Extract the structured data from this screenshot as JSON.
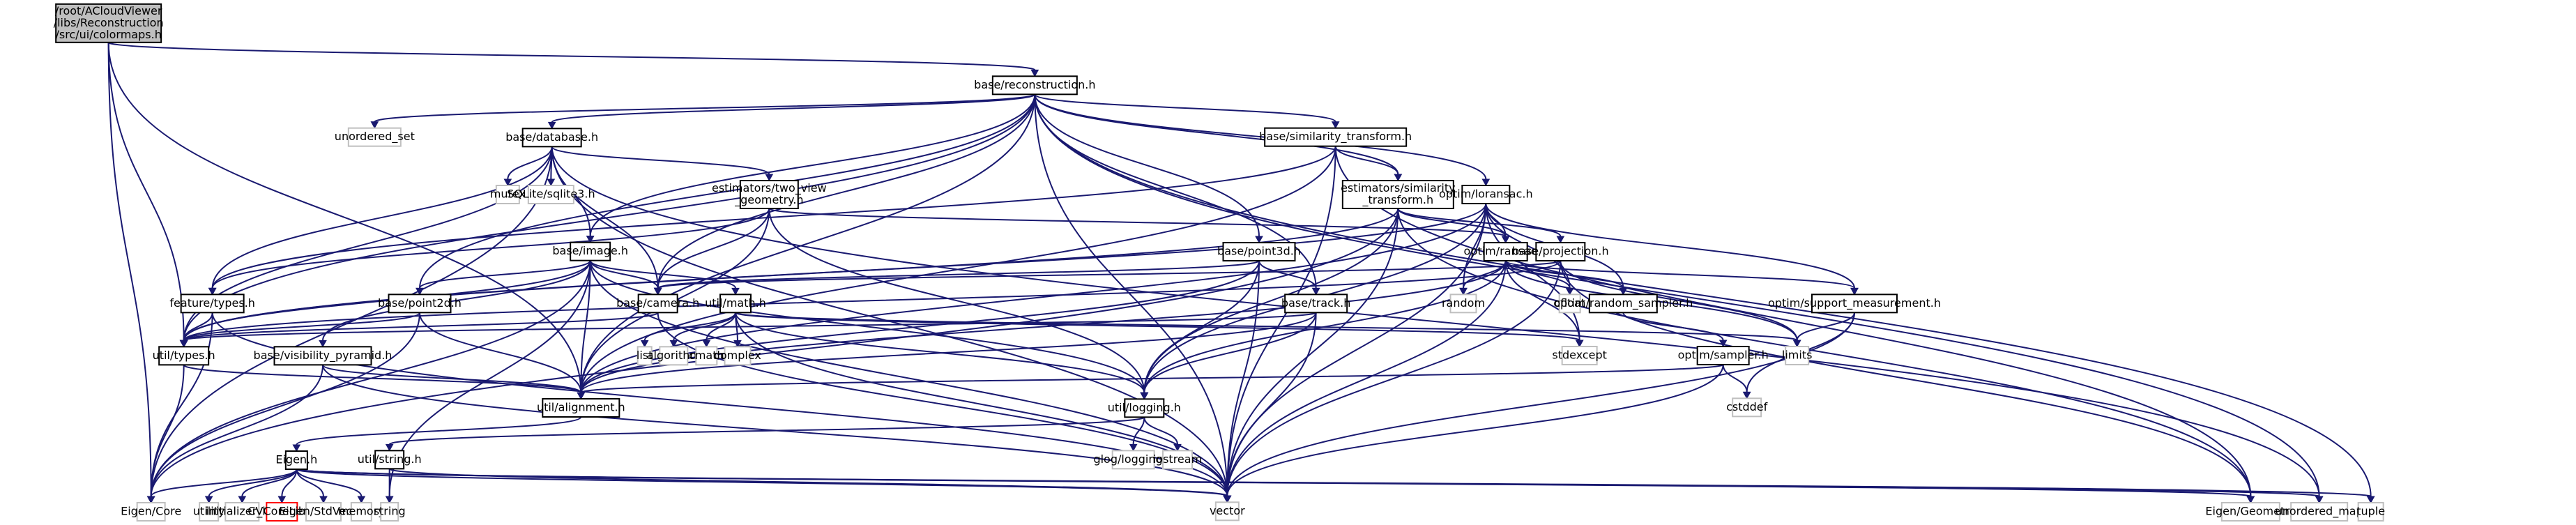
{
  "title": "Include dependency graph for colormaps.h",
  "colors": {
    "edge": "#191970",
    "root_fill": "#bfbfbf",
    "external_border": "#bfbfbf",
    "missing_border": "#ff0000"
  },
  "nodes": [
    {
      "id": "root",
      "kind": "root",
      "lines": [
        "/root/ACloudViewer",
        "/libs/Reconstruction",
        "/src/ui/colormaps.h"
      ]
    },
    {
      "id": "reconstruction",
      "kind": "file",
      "lines": [
        "base/reconstruction.h"
      ]
    },
    {
      "id": "unordered_set",
      "kind": "ext",
      "lines": [
        "unordered_set"
      ]
    },
    {
      "id": "database",
      "kind": "file",
      "lines": [
        "base/database.h"
      ]
    },
    {
      "id": "similarity_transform",
      "kind": "file",
      "lines": [
        "base/similarity_transform.h"
      ]
    },
    {
      "id": "mutex",
      "kind": "ext",
      "lines": [
        "mutex"
      ]
    },
    {
      "id": "sqlite3",
      "kind": "ext",
      "lines": [
        "SQLite/sqlite3.h"
      ]
    },
    {
      "id": "two_view",
      "kind": "file",
      "lines": [
        "estimators/two_view",
        "_geometry.h"
      ]
    },
    {
      "id": "est_similarity",
      "kind": "file",
      "lines": [
        "estimators/similarity",
        "_transform.h"
      ]
    },
    {
      "id": "loransac",
      "kind": "file",
      "lines": [
        "optim/loransac.h"
      ]
    },
    {
      "id": "image",
      "kind": "file",
      "lines": [
        "base/image.h"
      ]
    },
    {
      "id": "point3d",
      "kind": "file",
      "lines": [
        "base/point3d.h"
      ]
    },
    {
      "id": "ransac",
      "kind": "file",
      "lines": [
        "optim/ransac.h"
      ]
    },
    {
      "id": "projection",
      "kind": "file",
      "lines": [
        "base/projection.h"
      ]
    },
    {
      "id": "feature_types",
      "kind": "file",
      "lines": [
        "feature/types.h"
      ]
    },
    {
      "id": "point2d",
      "kind": "file",
      "lines": [
        "base/point2d.h"
      ]
    },
    {
      "id": "camera",
      "kind": "file",
      "lines": [
        "base/camera.h"
      ]
    },
    {
      "id": "math",
      "kind": "file",
      "lines": [
        "util/math.h"
      ]
    },
    {
      "id": "track",
      "kind": "file",
      "lines": [
        "base/track.h"
      ]
    },
    {
      "id": "random",
      "kind": "ext",
      "lines": [
        "random"
      ]
    },
    {
      "id": "cfloat",
      "kind": "ext",
      "lines": [
        "cfloat"
      ]
    },
    {
      "id": "random_sampler",
      "kind": "file",
      "lines": [
        "optim/random_sampler.h"
      ]
    },
    {
      "id": "support_measurement",
      "kind": "file",
      "lines": [
        "optim/support_measurement.h"
      ]
    },
    {
      "id": "util_types",
      "kind": "file",
      "lines": [
        "util/types.h"
      ]
    },
    {
      "id": "visibility_pyramid",
      "kind": "file",
      "lines": [
        "base/visibility_pyramid.h"
      ]
    },
    {
      "id": "list",
      "kind": "ext",
      "lines": [
        "list"
      ]
    },
    {
      "id": "algorithm",
      "kind": "ext",
      "lines": [
        "algorithm"
      ]
    },
    {
      "id": "cmath",
      "kind": "ext",
      "lines": [
        "cmath"
      ]
    },
    {
      "id": "complex",
      "kind": "ext",
      "lines": [
        "complex"
      ]
    },
    {
      "id": "stdexcept",
      "kind": "ext",
      "lines": [
        "stdexcept"
      ]
    },
    {
      "id": "limits",
      "kind": "ext",
      "lines": [
        "limits"
      ]
    },
    {
      "id": "sampler",
      "kind": "file",
      "lines": [
        "optim/sampler.h"
      ]
    },
    {
      "id": "alignment",
      "kind": "file",
      "lines": [
        "util/alignment.h"
      ]
    },
    {
      "id": "logging",
      "kind": "file",
      "lines": [
        "util/logging.h"
      ]
    },
    {
      "id": "cstddef",
      "kind": "ext",
      "lines": [
        "cstddef"
      ]
    },
    {
      "id": "glog",
      "kind": "ext",
      "lines": [
        "glog/logging.h"
      ]
    },
    {
      "id": "iostream",
      "kind": "ext",
      "lines": [
        "iostream"
      ]
    },
    {
      "id": "eigen_h",
      "kind": "file",
      "lines": [
        "Eigen.h"
      ]
    },
    {
      "id": "util_string",
      "kind": "file",
      "lines": [
        "util/string.h"
      ]
    },
    {
      "id": "eigen_core",
      "kind": "ext",
      "lines": [
        "Eigen/Core"
      ]
    },
    {
      "id": "utility",
      "kind": "ext",
      "lines": [
        "utility"
      ]
    },
    {
      "id": "initializer_list",
      "kind": "ext",
      "lines": [
        "initializer_list"
      ]
    },
    {
      "id": "cvcorelib",
      "kind": "missing",
      "lines": [
        "CVCoreLib.h"
      ]
    },
    {
      "id": "eigen_stdvector",
      "kind": "ext",
      "lines": [
        "Eigen/StdVector"
      ]
    },
    {
      "id": "memory",
      "kind": "ext",
      "lines": [
        "memory"
      ]
    },
    {
      "id": "string",
      "kind": "ext",
      "lines": [
        "string"
      ]
    },
    {
      "id": "vector",
      "kind": "ext",
      "lines": [
        "vector"
      ]
    },
    {
      "id": "eigen_geometry",
      "kind": "ext",
      "lines": [
        "Eigen/Geometry"
      ]
    },
    {
      "id": "unordered_map",
      "kind": "ext",
      "lines": [
        "unordered_map"
      ]
    },
    {
      "id": "tuple",
      "kind": "ext",
      "lines": [
        "tuple"
      ]
    }
  ],
  "edges": [
    [
      "root",
      "reconstruction"
    ],
    [
      "root",
      "util_types"
    ],
    [
      "root",
      "eigen_core"
    ],
    [
      "root",
      "alignment"
    ],
    [
      "reconstruction",
      "unordered_set"
    ],
    [
      "reconstruction",
      "database"
    ],
    [
      "reconstruction",
      "similarity_transform"
    ],
    [
      "reconstruction",
      "est_similarity"
    ],
    [
      "reconstruction",
      "loransac"
    ],
    [
      "reconstruction",
      "image"
    ],
    [
      "reconstruction",
      "point2d"
    ],
    [
      "reconstruction",
      "point3d"
    ],
    [
      "reconstruction",
      "camera"
    ],
    [
      "reconstruction",
      "track"
    ],
    [
      "reconstruction",
      "util_types"
    ],
    [
      "reconstruction",
      "alignment"
    ],
    [
      "reconstruction",
      "vector"
    ],
    [
      "reconstruction",
      "unordered_map"
    ],
    [
      "reconstruction",
      "tuple"
    ],
    [
      "database",
      "mutex"
    ],
    [
      "database",
      "sqlite3"
    ],
    [
      "database",
      "two_view"
    ],
    [
      "database",
      "image"
    ],
    [
      "database",
      "camera"
    ],
    [
      "database",
      "feature_types"
    ],
    [
      "database",
      "util_types"
    ],
    [
      "database",
      "eigen_core"
    ],
    [
      "database",
      "vector"
    ],
    [
      "database",
      "unordered_map"
    ],
    [
      "similarity_transform",
      "est_similarity"
    ],
    [
      "similarity_transform",
      "feature_types"
    ],
    [
      "similarity_transform",
      "alignment"
    ],
    [
      "similarity_transform",
      "eigen_geometry"
    ],
    [
      "similarity_transform",
      "vector"
    ],
    [
      "two_view",
      "camera"
    ],
    [
      "two_view",
      "feature_types"
    ],
    [
      "two_view",
      "alignment"
    ],
    [
      "two_view",
      "logging"
    ],
    [
      "two_view",
      "ransac"
    ],
    [
      "est_similarity",
      "util_types"
    ],
    [
      "est_similarity",
      "eigen_core"
    ],
    [
      "est_similarity",
      "logging"
    ],
    [
      "est_similarity",
      "projection"
    ],
    [
      "est_similarity",
      "ransac"
    ],
    [
      "est_similarity",
      "eigen_geometry"
    ],
    [
      "est_similarity",
      "vector"
    ],
    [
      "loransac",
      "ransac"
    ],
    [
      "loransac",
      "random"
    ],
    [
      "loransac",
      "cfloat"
    ],
    [
      "loransac",
      "random_sampler"
    ],
    [
      "loransac",
      "support_measurement"
    ],
    [
      "loransac",
      "stdexcept"
    ],
    [
      "loransac",
      "alignment"
    ],
    [
      "loransac",
      "logging"
    ],
    [
      "loransac",
      "vector"
    ],
    [
      "loransac",
      "util_types"
    ],
    [
      "image",
      "point2d"
    ],
    [
      "image",
      "camera"
    ],
    [
      "image",
      "math"
    ],
    [
      "image",
      "visibility_pyramid"
    ],
    [
      "image",
      "util_types"
    ],
    [
      "image",
      "alignment"
    ],
    [
      "image",
      "logging"
    ],
    [
      "image",
      "string"
    ],
    [
      "image",
      "vector"
    ],
    [
      "image",
      "eigen_core"
    ],
    [
      "point3d",
      "track"
    ],
    [
      "point3d",
      "camera"
    ],
    [
      "point3d",
      "logging"
    ],
    [
      "point3d",
      "alignment"
    ],
    [
      "point3d",
      "vector"
    ],
    [
      "ransac",
      "random"
    ],
    [
      "ransac",
      "cfloat"
    ],
    [
      "ransac",
      "random_sampler"
    ],
    [
      "ransac",
      "support_measurement"
    ],
    [
      "ransac",
      "stdexcept"
    ],
    [
      "ransac",
      "alignment"
    ],
    [
      "ransac",
      "logging"
    ],
    [
      "ransac",
      "vector"
    ],
    [
      "ransac",
      "limits"
    ],
    [
      "projection",
      "camera"
    ],
    [
      "projection",
      "util_types"
    ],
    [
      "projection",
      "limits"
    ],
    [
      "projection",
      "eigen_geometry"
    ],
    [
      "projection",
      "vector"
    ],
    [
      "feature_types",
      "util_types"
    ],
    [
      "feature_types",
      "eigen_core"
    ],
    [
      "feature_types",
      "vector"
    ],
    [
      "point2d",
      "util_types"
    ],
    [
      "point2d",
      "alignment"
    ],
    [
      "point2d",
      "eigen_core"
    ],
    [
      "camera",
      "util_types"
    ],
    [
      "camera",
      "vector"
    ],
    [
      "math",
      "list"
    ],
    [
      "math",
      "algorithm"
    ],
    [
      "math",
      "cmath"
    ],
    [
      "math",
      "complex"
    ],
    [
      "math",
      "stdexcept"
    ],
    [
      "math",
      "limits"
    ],
    [
      "math",
      "logging"
    ],
    [
      "math",
      "vector"
    ],
    [
      "track",
      "util_types"
    ],
    [
      "track",
      "alignment"
    ],
    [
      "track",
      "logging"
    ],
    [
      "track",
      "vector"
    ],
    [
      "random_sampler",
      "sampler"
    ],
    [
      "support_measurement",
      "limits"
    ],
    [
      "support_measurement",
      "cstddef"
    ],
    [
      "support_measurement",
      "vector"
    ],
    [
      "util_types",
      "eigen_core"
    ],
    [
      "util_types",
      "alignment"
    ],
    [
      "visibility_pyramid",
      "alignment"
    ],
    [
      "visibility_pyramid",
      "eigen_core"
    ],
    [
      "visibility_pyramid",
      "vector"
    ],
    [
      "sampler",
      "cstddef"
    ],
    [
      "sampler",
      "alignment"
    ],
    [
      "sampler",
      "vector"
    ],
    [
      "alignment",
      "eigen_h"
    ],
    [
      "logging",
      "glog"
    ],
    [
      "logging",
      "iostream"
    ],
    [
      "logging",
      "util_string"
    ],
    [
      "eigen_h",
      "eigen_core"
    ],
    [
      "eigen_h",
      "utility"
    ],
    [
      "eigen_h",
      "initializer_list"
    ],
    [
      "eigen_h",
      "cvcorelib"
    ],
    [
      "eigen_h",
      "eigen_stdvector"
    ],
    [
      "eigen_h",
      "memory"
    ],
    [
      "eigen_h",
      "vector"
    ],
    [
      "eigen_h",
      "eigen_geometry"
    ],
    [
      "eigen_h",
      "unordered_map"
    ],
    [
      "eigen_h",
      "tuple"
    ],
    [
      "util_string",
      "string"
    ],
    [
      "util_string",
      "vector"
    ]
  ]
}
